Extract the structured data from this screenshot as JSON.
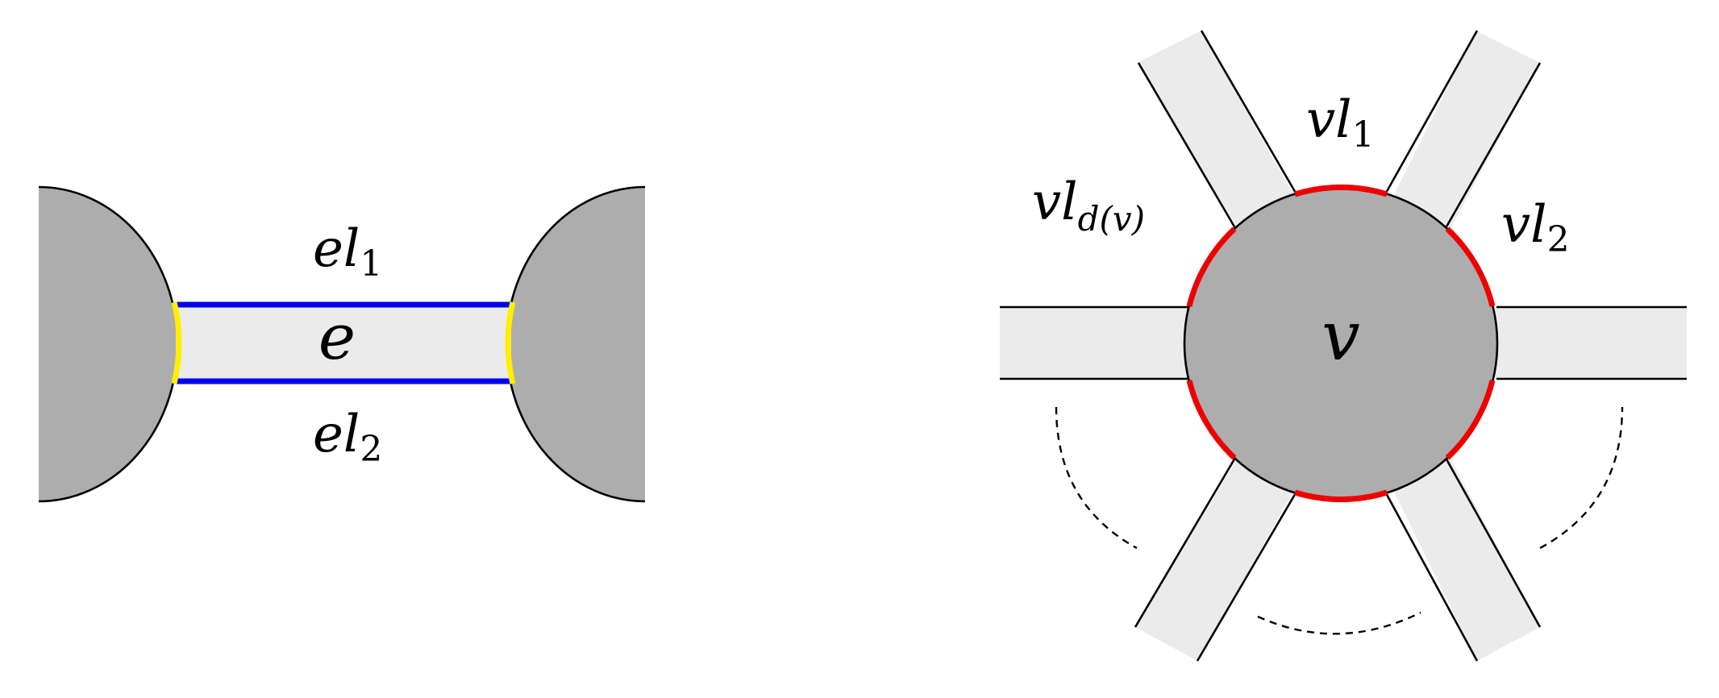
{
  "colors": {
    "vertex_fill": "#adadad",
    "band_fill": "#ebebeb",
    "edge_side": "#0000ee",
    "edge_end": "#ffee00",
    "vertex_arc": "#ee0000",
    "stroke": "#000000"
  },
  "left_diagram": {
    "label_top": {
      "base": "el",
      "sub": "1"
    },
    "label_center": "e",
    "label_bottom": {
      "base": "el",
      "sub": "2"
    }
  },
  "right_diagram": {
    "label_center": "v",
    "label_top": {
      "base": "vl",
      "sub": "1"
    },
    "label_right": {
      "base": "vl",
      "sub": "2"
    },
    "label_left": {
      "base": "vl",
      "sub": "d(v)"
    }
  }
}
